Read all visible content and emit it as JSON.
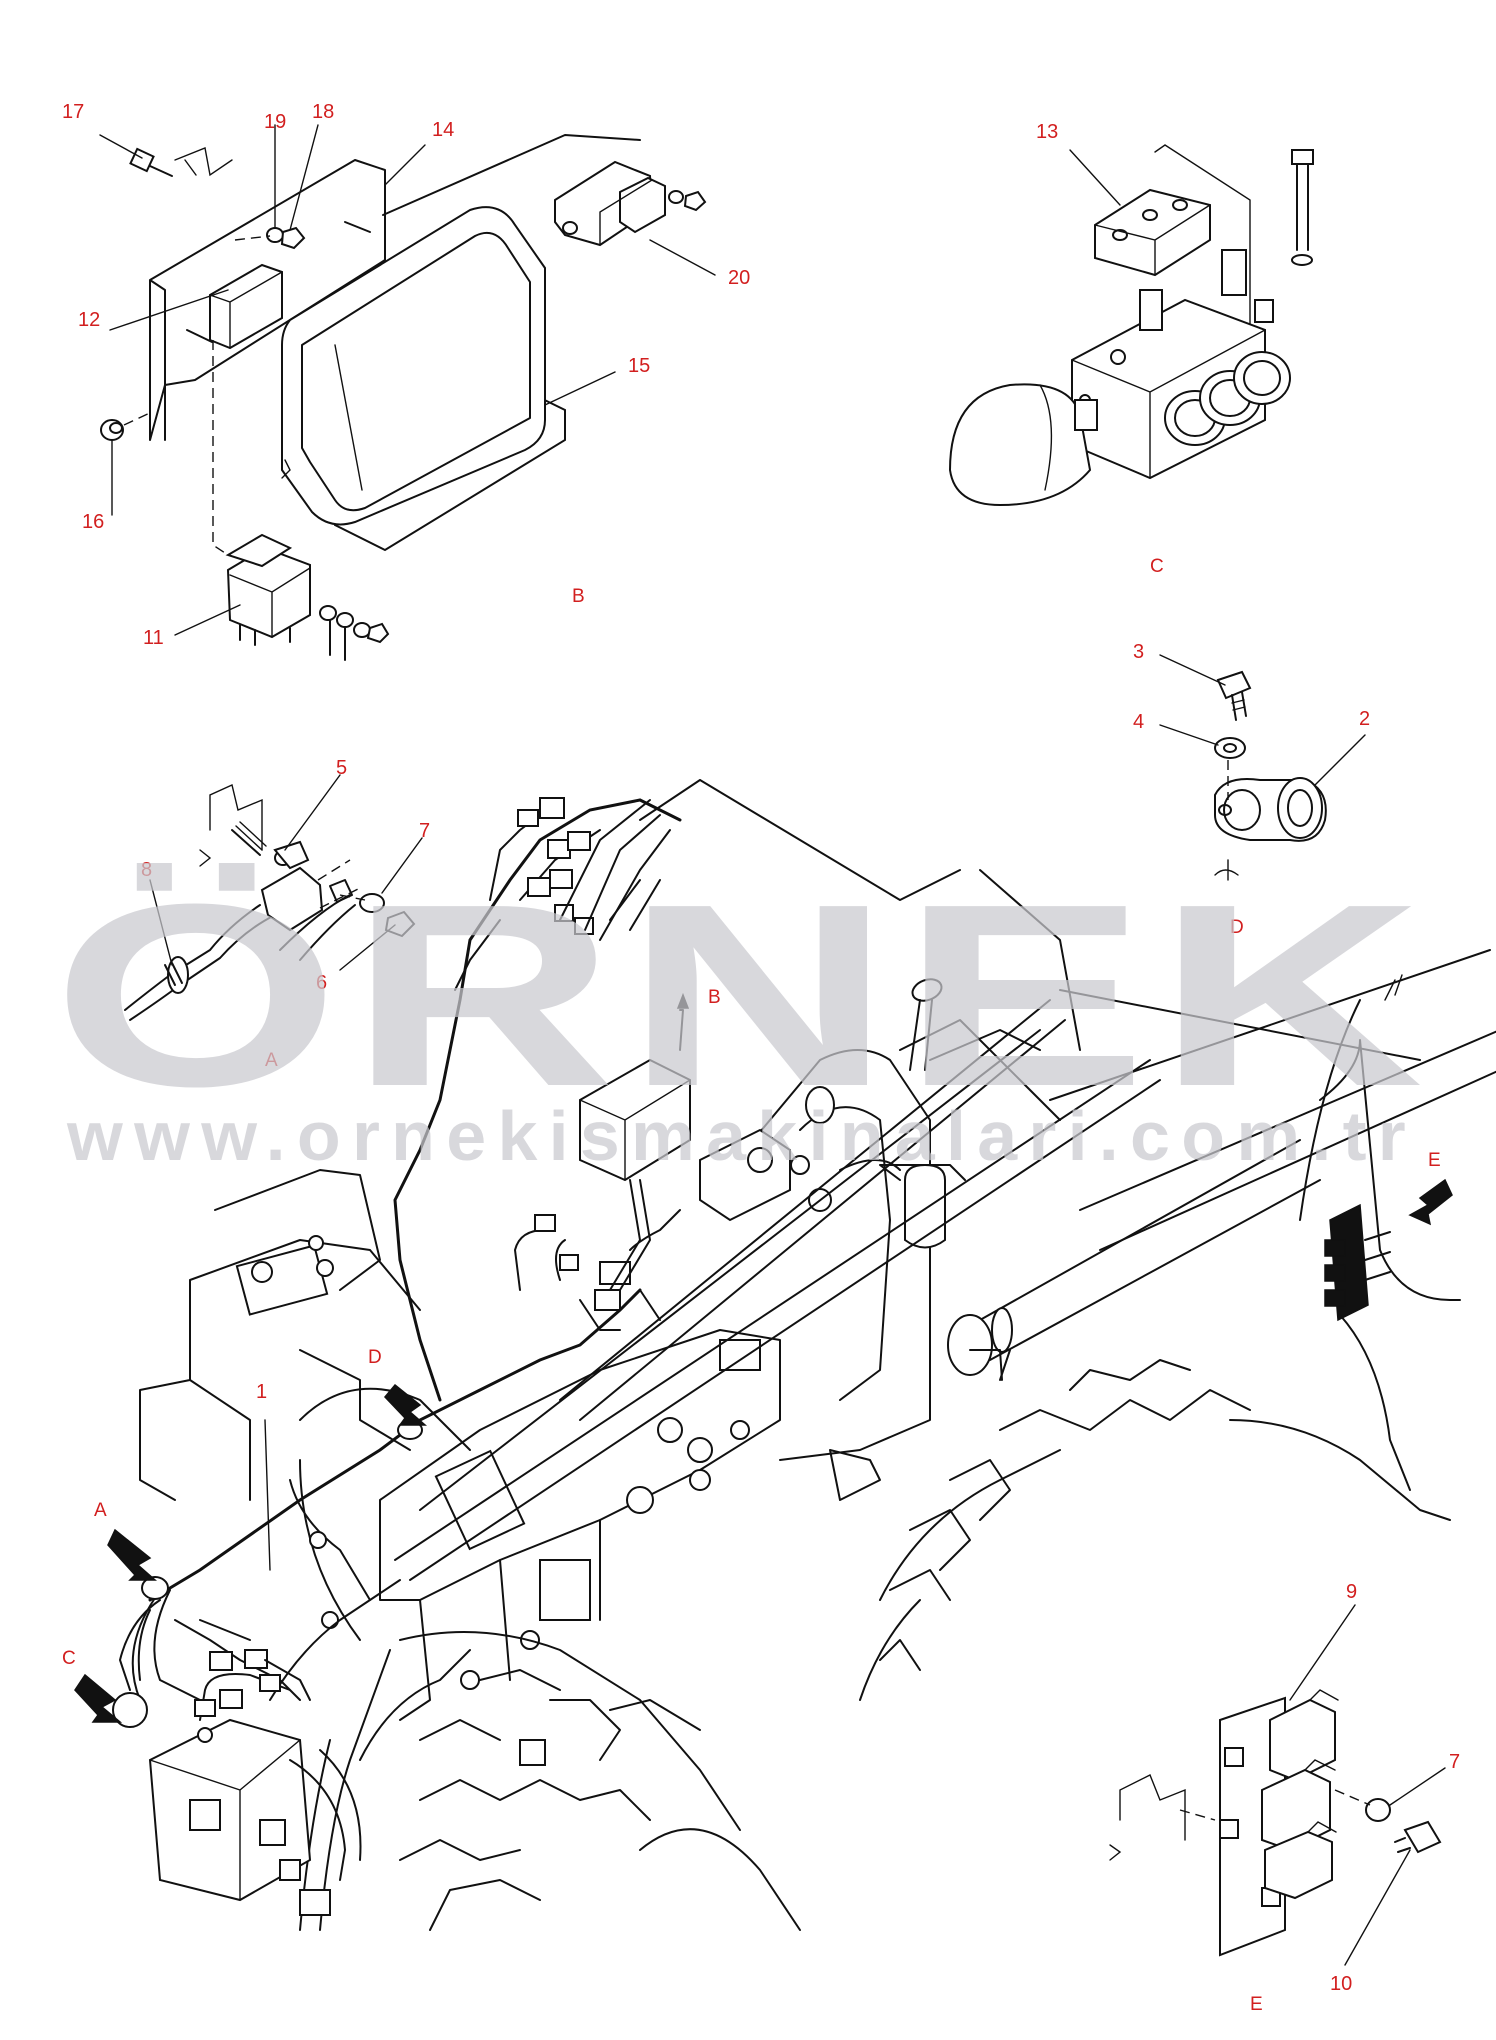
{
  "watermark": {
    "brand": "ÖRNEK",
    "url": "www.ornekismakinalari.com.tr",
    "color": "#c9c9cf"
  },
  "callout_color": "#d21f1f",
  "callouts": {
    "c1": "1",
    "c2": "2",
    "c3": "3",
    "c4": "4",
    "c5": "5",
    "c6": "6",
    "c7a": "7",
    "c7b": "7",
    "c8": "8",
    "c9": "9",
    "c10": "10",
    "c11": "11",
    "c12": "12",
    "c13": "13",
    "c14": "14",
    "c15": "15",
    "c16": "16",
    "c17": "17",
    "c18": "18",
    "c19": "19",
    "c20": "20"
  },
  "views": {
    "a_detail": "A",
    "a_main": "A",
    "b_detail": "B",
    "b_main": "B",
    "c_detail": "C",
    "c_main": "C",
    "d_detail": "D",
    "d_main": "D",
    "e_detail": "E",
    "e_main": "E"
  }
}
